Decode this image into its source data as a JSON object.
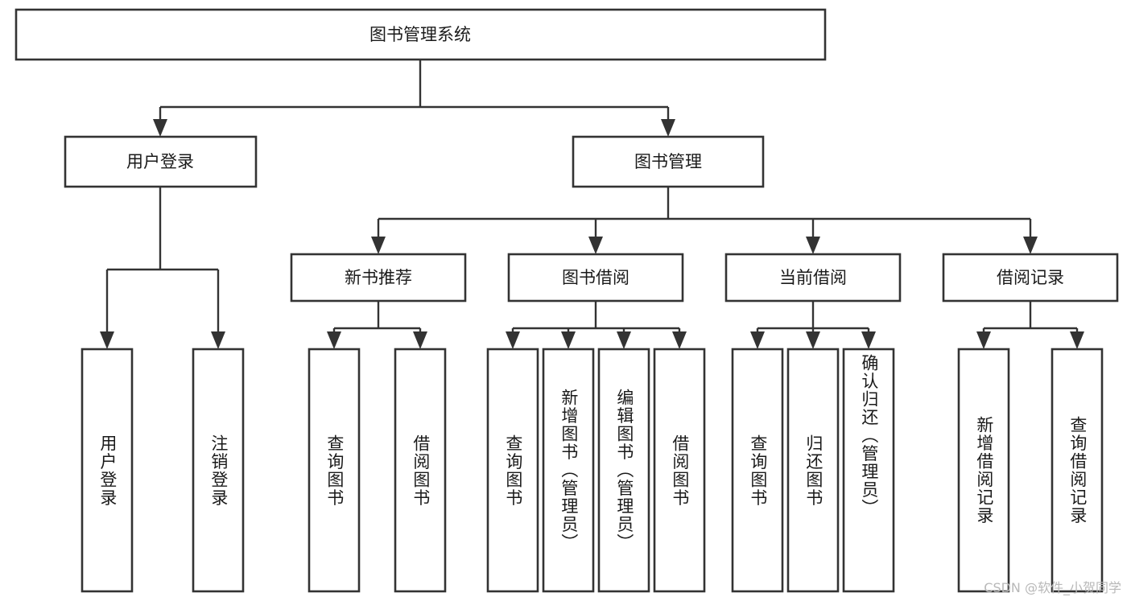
{
  "diagram": {
    "title": "图书管理系统",
    "type": "tree",
    "watermark": "CSDN @软件_小贺同学",
    "colors": {
      "box_stroke": "#333333",
      "box_fill": "#ffffff",
      "connector": "#333333",
      "text": "#1a1a1a",
      "watermark": "#b8b8b8",
      "background": "#ffffff"
    },
    "root": {
      "id": "root",
      "label": "图书管理系统",
      "orientation": "horizontal"
    },
    "level2": [
      {
        "id": "user-login",
        "label": "用户登录",
        "orientation": "horizontal"
      },
      {
        "id": "book-manage",
        "label": "图书管理",
        "orientation": "horizontal"
      }
    ],
    "level3": [
      {
        "id": "new-book-rec",
        "label": "新书推荐",
        "orientation": "horizontal",
        "parent": "book-manage"
      },
      {
        "id": "book-borrow",
        "label": "图书借阅",
        "orientation": "horizontal",
        "parent": "book-manage"
      },
      {
        "id": "current-borrow",
        "label": "当前借阅",
        "orientation": "horizontal",
        "parent": "book-manage"
      },
      {
        "id": "borrow-record",
        "label": "借阅记录",
        "orientation": "horizontal",
        "parent": "book-manage"
      }
    ],
    "leaves": [
      {
        "id": "leaf-user-login",
        "label": "用户登录",
        "orientation": "vertical",
        "parent": "user-login"
      },
      {
        "id": "leaf-user-logout",
        "label": "注销登录",
        "orientation": "vertical",
        "parent": "user-login"
      },
      {
        "id": "leaf-query-book-1",
        "label": "查询图书",
        "orientation": "vertical",
        "parent": "new-book-rec"
      },
      {
        "id": "leaf-borrow-book-1",
        "label": "借阅图书",
        "orientation": "vertical",
        "parent": "new-book-rec"
      },
      {
        "id": "leaf-query-book-2",
        "label": "查询图书",
        "orientation": "vertical",
        "parent": "book-borrow"
      },
      {
        "id": "leaf-add-book",
        "label": "新增图书（管理员）",
        "orientation": "vertical",
        "parent": "book-borrow"
      },
      {
        "id": "leaf-edit-book",
        "label": "编辑图书（管理员）",
        "orientation": "vertical",
        "parent": "book-borrow"
      },
      {
        "id": "leaf-borrow-book-2",
        "label": "借阅图书",
        "orientation": "vertical",
        "parent": "book-borrow"
      },
      {
        "id": "leaf-query-book-3",
        "label": "查询图书",
        "orientation": "vertical",
        "parent": "current-borrow"
      },
      {
        "id": "leaf-return-book",
        "label": "归还图书",
        "orientation": "vertical",
        "parent": "current-borrow"
      },
      {
        "id": "leaf-confirm-return",
        "label": "确认归还（管理员）",
        "orientation": "vertical",
        "parent": "current-borrow"
      },
      {
        "id": "leaf-add-record",
        "label": "新增借阅记录",
        "orientation": "vertical",
        "parent": "borrow-record"
      },
      {
        "id": "leaf-query-record",
        "label": "查询借阅记录",
        "orientation": "vertical",
        "parent": "borrow-record"
      }
    ]
  }
}
